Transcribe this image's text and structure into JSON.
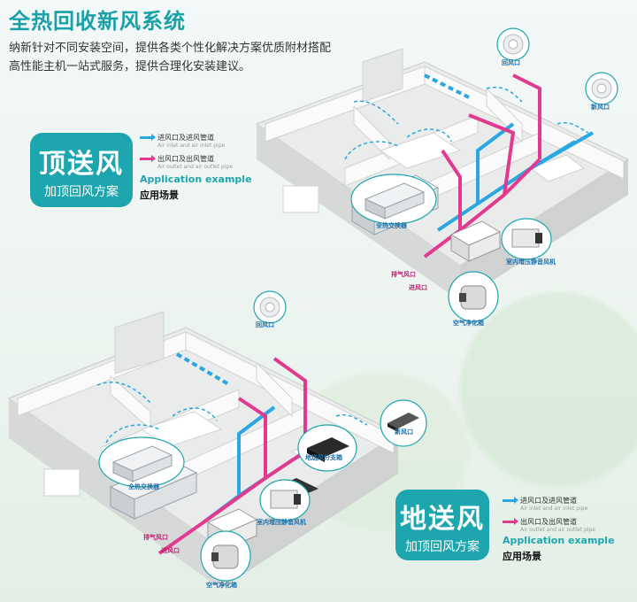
{
  "header": {
    "title": "全热回收新风系统",
    "intro_line1": "纳新针对不同安装空间，提供各类个性化解决方案优质附材搭配",
    "intro_line2": "高性能主机一站式服务，提供合理化安装建议。"
  },
  "top_scheme": {
    "badge_title": "顶送风",
    "badge_subtitle": "加顶回风方案",
    "legend": {
      "inlet_zh": "进风口及进风管道",
      "inlet_en": "Air inlet and air inlet pipe",
      "outlet_zh": "出风口及出风管道",
      "outlet_en": "Air outlet and air outlet pipe"
    },
    "application_en": "Application example",
    "application_zh": "应用场景",
    "labels": {
      "return_vent": "回风口",
      "fresh_vent": "新风口",
      "heat_exchanger": "全热交换器",
      "booster_fan": "室内增压静音风机",
      "exhaust_vent": "排气风口",
      "inlet_vent": "进风口",
      "purifier": "空气净化箱"
    }
  },
  "bottom_scheme": {
    "badge_title": "地送风",
    "badge_subtitle": "加顶回风方案",
    "legend": {
      "inlet_zh": "进风口及进风管道",
      "inlet_en": "Air inlet and air inlet pipe",
      "outlet_zh": "出风口及出风管道",
      "outlet_en": "Air outlet and air outlet pipe"
    },
    "application_en": "Application example",
    "application_zh": "应用场景",
    "labels": {
      "return_vent": "回风口",
      "fresh_vent": "新风口",
      "heat_exchanger": "全热交换器",
      "floor_branch_box": "地送风分支箱",
      "booster_fan": "室内增压静音风机",
      "exhaust_vent": "排气风口",
      "inlet_vent": "进风口",
      "purifier": "空气净化箱"
    }
  },
  "colors": {
    "accent": "#1da6ad",
    "inlet_pipe": "#2aa7e0",
    "outlet_pipe": "#e23a8e"
  }
}
